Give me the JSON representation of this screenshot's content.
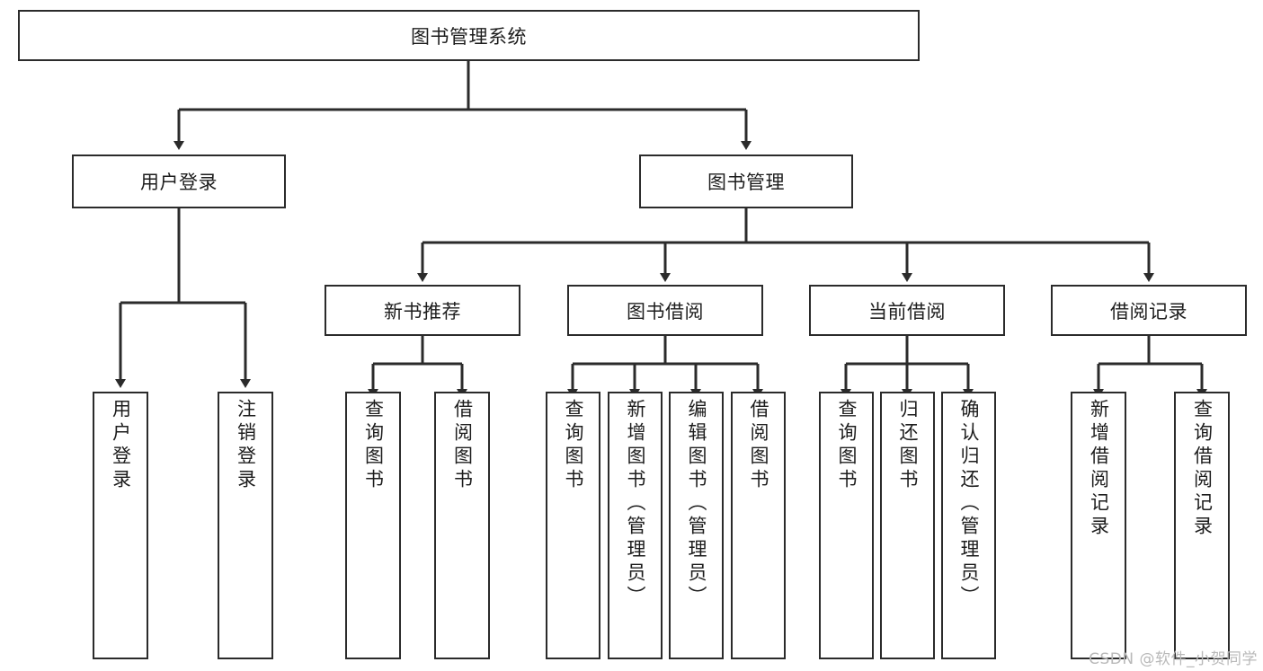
{
  "diagram": {
    "title": "图书管理系统",
    "type": "tree-hierarchy",
    "root": {
      "label": "图书管理系统"
    },
    "level2": [
      {
        "label": "用户登录"
      },
      {
        "label": "图书管理"
      }
    ],
    "level3": [
      {
        "label": "新书推荐",
        "parent": "图书管理"
      },
      {
        "label": "图书借阅",
        "parent": "图书管理"
      },
      {
        "label": "当前借阅",
        "parent": "图书管理"
      },
      {
        "label": "借阅记录",
        "parent": "图书管理"
      }
    ],
    "leaves": {
      "user_login": [
        {
          "label": "用户登录"
        },
        {
          "label": "注销登录"
        }
      ],
      "new_book_recommend": [
        {
          "label": "查询图书"
        },
        {
          "label": "借阅图书"
        }
      ],
      "book_borrow": [
        {
          "label": "查询图书"
        },
        {
          "label": "新增图书（管理员）"
        },
        {
          "label": "编辑图书（管理员）"
        },
        {
          "label": "借阅图书"
        }
      ],
      "current_borrow": [
        {
          "label": "查询图书"
        },
        {
          "label": "归还图书"
        },
        {
          "label": "确认归还（管理员）"
        }
      ],
      "borrow_records": [
        {
          "label": "新增借阅记录"
        },
        {
          "label": "查询借阅记录"
        }
      ]
    }
  },
  "watermark": {
    "text": "CSDN @软件_小贺同学"
  },
  "colors": {
    "border": "#2b2b2b",
    "background": "#ffffff",
    "text": "#1d1d1d",
    "watermark": "#b9b9b9"
  }
}
